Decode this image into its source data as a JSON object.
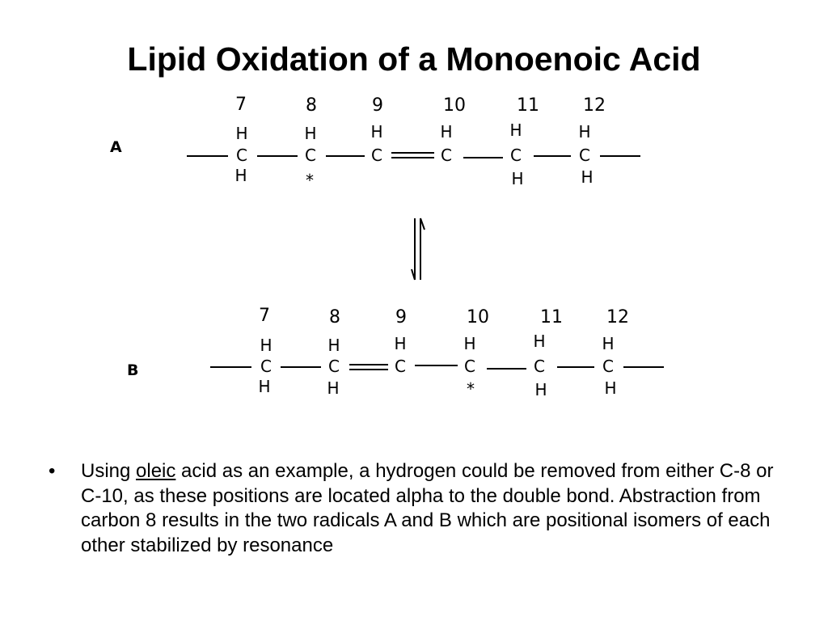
{
  "title": "Lipid Oxidation of a Monoenoic Acid",
  "structures": [
    {
      "label": "A",
      "carbons": [
        {
          "number": "7",
          "top": "H",
          "symbol": "C",
          "bottom": "H"
        },
        {
          "number": "8",
          "top": "H",
          "symbol": "C",
          "bottom": "*"
        },
        {
          "number": "9",
          "top": "H",
          "symbol": "C",
          "bottom": ""
        },
        {
          "number": "10",
          "top": "H",
          "symbol": "C",
          "bottom": ""
        },
        {
          "number": "11",
          "top": "H",
          "symbol": "C",
          "bottom": "H"
        },
        {
          "number": "12",
          "top": "H",
          "symbol": "C",
          "bottom": "H"
        }
      ],
      "double_bond_between": [
        "9",
        "10"
      ]
    },
    {
      "label": "B",
      "carbons": [
        {
          "number": "7",
          "top": "H",
          "symbol": "C",
          "bottom": "H"
        },
        {
          "number": "8",
          "top": "H",
          "symbol": "C",
          "bottom": "H"
        },
        {
          "number": "9",
          "top": "H",
          "symbol": "C",
          "bottom": ""
        },
        {
          "number": "10",
          "top": "H",
          "symbol": "C",
          "bottom": "*"
        },
        {
          "number": "11",
          "top": "H",
          "symbol": "C",
          "bottom": "H"
        },
        {
          "number": "12",
          "top": "H",
          "symbol": "C",
          "bottom": "H"
        }
      ],
      "double_bond_between": [
        "8",
        "9"
      ]
    }
  ],
  "bullet": {
    "marker": "•",
    "before": "Using ",
    "link": "oleic",
    "after": " acid as an example, a hydrogen could be removed from either C-8 or C-10, as these positions are located alpha to the double bond. Abstraction from carbon 8 results in the two radicals A and B which are positional isomers of each other stabilized by resonance"
  }
}
